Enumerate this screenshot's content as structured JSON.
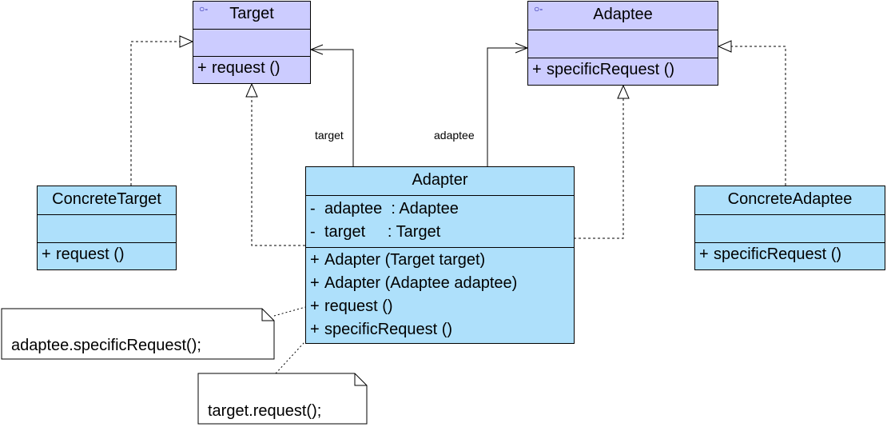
{
  "target": {
    "name": "Target",
    "methods": [
      {
        "vis": "+",
        "text": "request ()"
      }
    ]
  },
  "adaptee": {
    "name": "Adaptee",
    "methods": [
      {
        "vis": "+",
        "text": "specificRequest ()"
      }
    ]
  },
  "concrete_target": {
    "name": "ConcreteTarget",
    "methods": [
      {
        "vis": "+",
        "text": "request ()"
      }
    ]
  },
  "concrete_adaptee": {
    "name": "ConcreteAdaptee",
    "methods": [
      {
        "vis": "+",
        "text": "specificRequest ()"
      }
    ]
  },
  "adapter": {
    "name": "Adapter",
    "attributes": [
      {
        "vis": "-",
        "text": "adaptee  : Adaptee"
      },
      {
        "vis": "-",
        "text": "target     : Target"
      }
    ],
    "methods": [
      {
        "vis": "+",
        "text": "Adapter (Target target)"
      },
      {
        "vis": "+",
        "text": "Adapter (Adaptee adaptee)"
      },
      {
        "vis": "+",
        "text": "request ()"
      },
      {
        "vis": "+",
        "text": "specificRequest ()"
      }
    ]
  },
  "assoc_labels": {
    "target": "target",
    "adaptee": "adaptee"
  },
  "notes": {
    "adaptee_call": "adaptee.specificRequest();",
    "target_call": "target.request();"
  },
  "colors": {
    "interface_fill": "#ccccff",
    "class_fill": "#aee0fb"
  }
}
